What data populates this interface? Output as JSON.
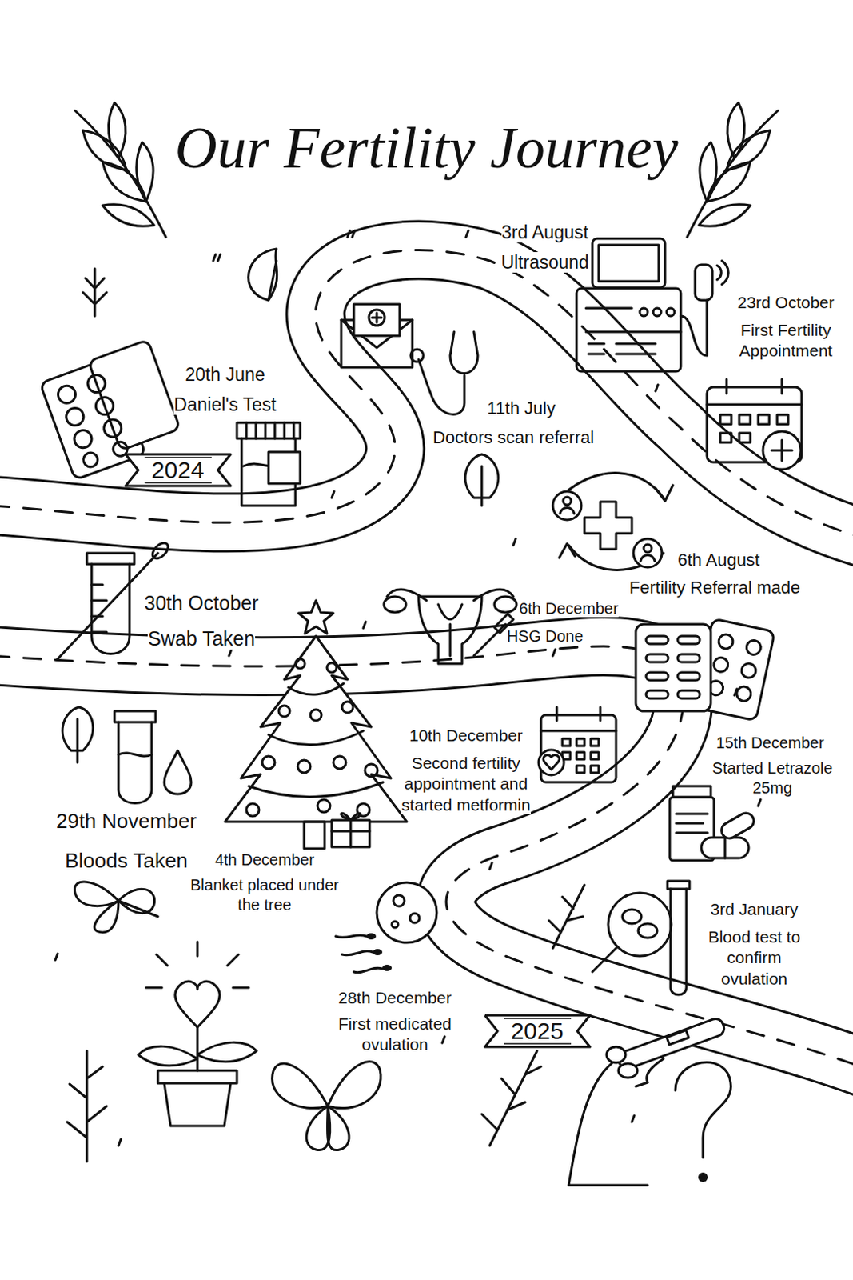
{
  "diagram": {
    "title": "Our Fertility Journey",
    "nodes": [
      {
        "text": [
          "2024"
        ]
      },
      {
        "text": [
          "2025"
        ]
      }
    ],
    "labels": [
      "3rd August",
      "Ultrasound",
      "23rd October",
      "First Fertility Appointment",
      "20th June",
      "Daniel's Test",
      "11th July",
      "Doctors scan referral",
      "6th August",
      "Fertility Referral made",
      "30th October",
      "Swab Taken",
      "6th December",
      "HSG Done",
      "15th December",
      "Started Letrazole 25mg",
      "10th December",
      "Second fertility appointment and started metformin",
      "29th November",
      "Bloods Taken",
      "4th December",
      "Blanket placed under the tree",
      "3rd January",
      "Blood test to confirm ovulation",
      "28th December",
      "First medicated ovulation"
    ]
  }
}
